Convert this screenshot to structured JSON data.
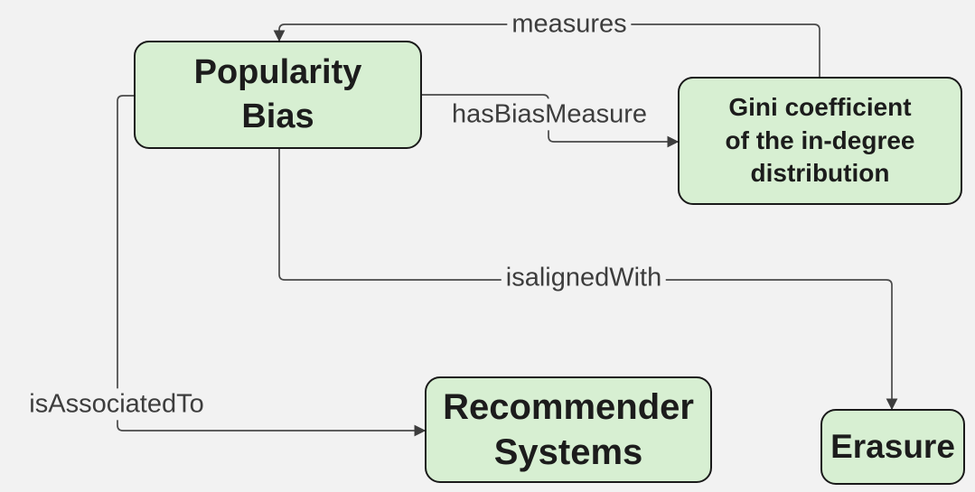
{
  "diagram": {
    "type": "ontology-graph",
    "nodes": [
      {
        "id": "popularity-bias",
        "label": "Popularity\nBias"
      },
      {
        "id": "gini-coefficient",
        "label": "Gini coefficient\nof the in-degree\ndistribution"
      },
      {
        "id": "recommender-systems",
        "label": "Recommender\nSystems"
      },
      {
        "id": "erasure",
        "label": "Erasure"
      }
    ],
    "edges": [
      {
        "id": "measures",
        "label": "measures",
        "from": "gini-coefficient",
        "to": "popularity-bias"
      },
      {
        "id": "hasBiasMeasure",
        "label": "hasBiasMeasure",
        "from": "popularity-bias",
        "to": "gini-coefficient"
      },
      {
        "id": "isalignedWith",
        "label": "isalignedWith",
        "from": "popularity-bias",
        "to": "erasure"
      },
      {
        "id": "isAssociatedTo",
        "label": "isAssociatedTo",
        "from": "popularity-bias",
        "to": "recommender-systems"
      }
    ]
  },
  "colors": {
    "background": "#f2f2f2",
    "node_fill": "#d7efd2",
    "node_border": "#1a1a1a",
    "node_text": "#1c1c1c",
    "edge_line": "#4a4a4a",
    "edge_label_text": "#3d3d3d",
    "arrowhead": "#3d3d3d"
  }
}
